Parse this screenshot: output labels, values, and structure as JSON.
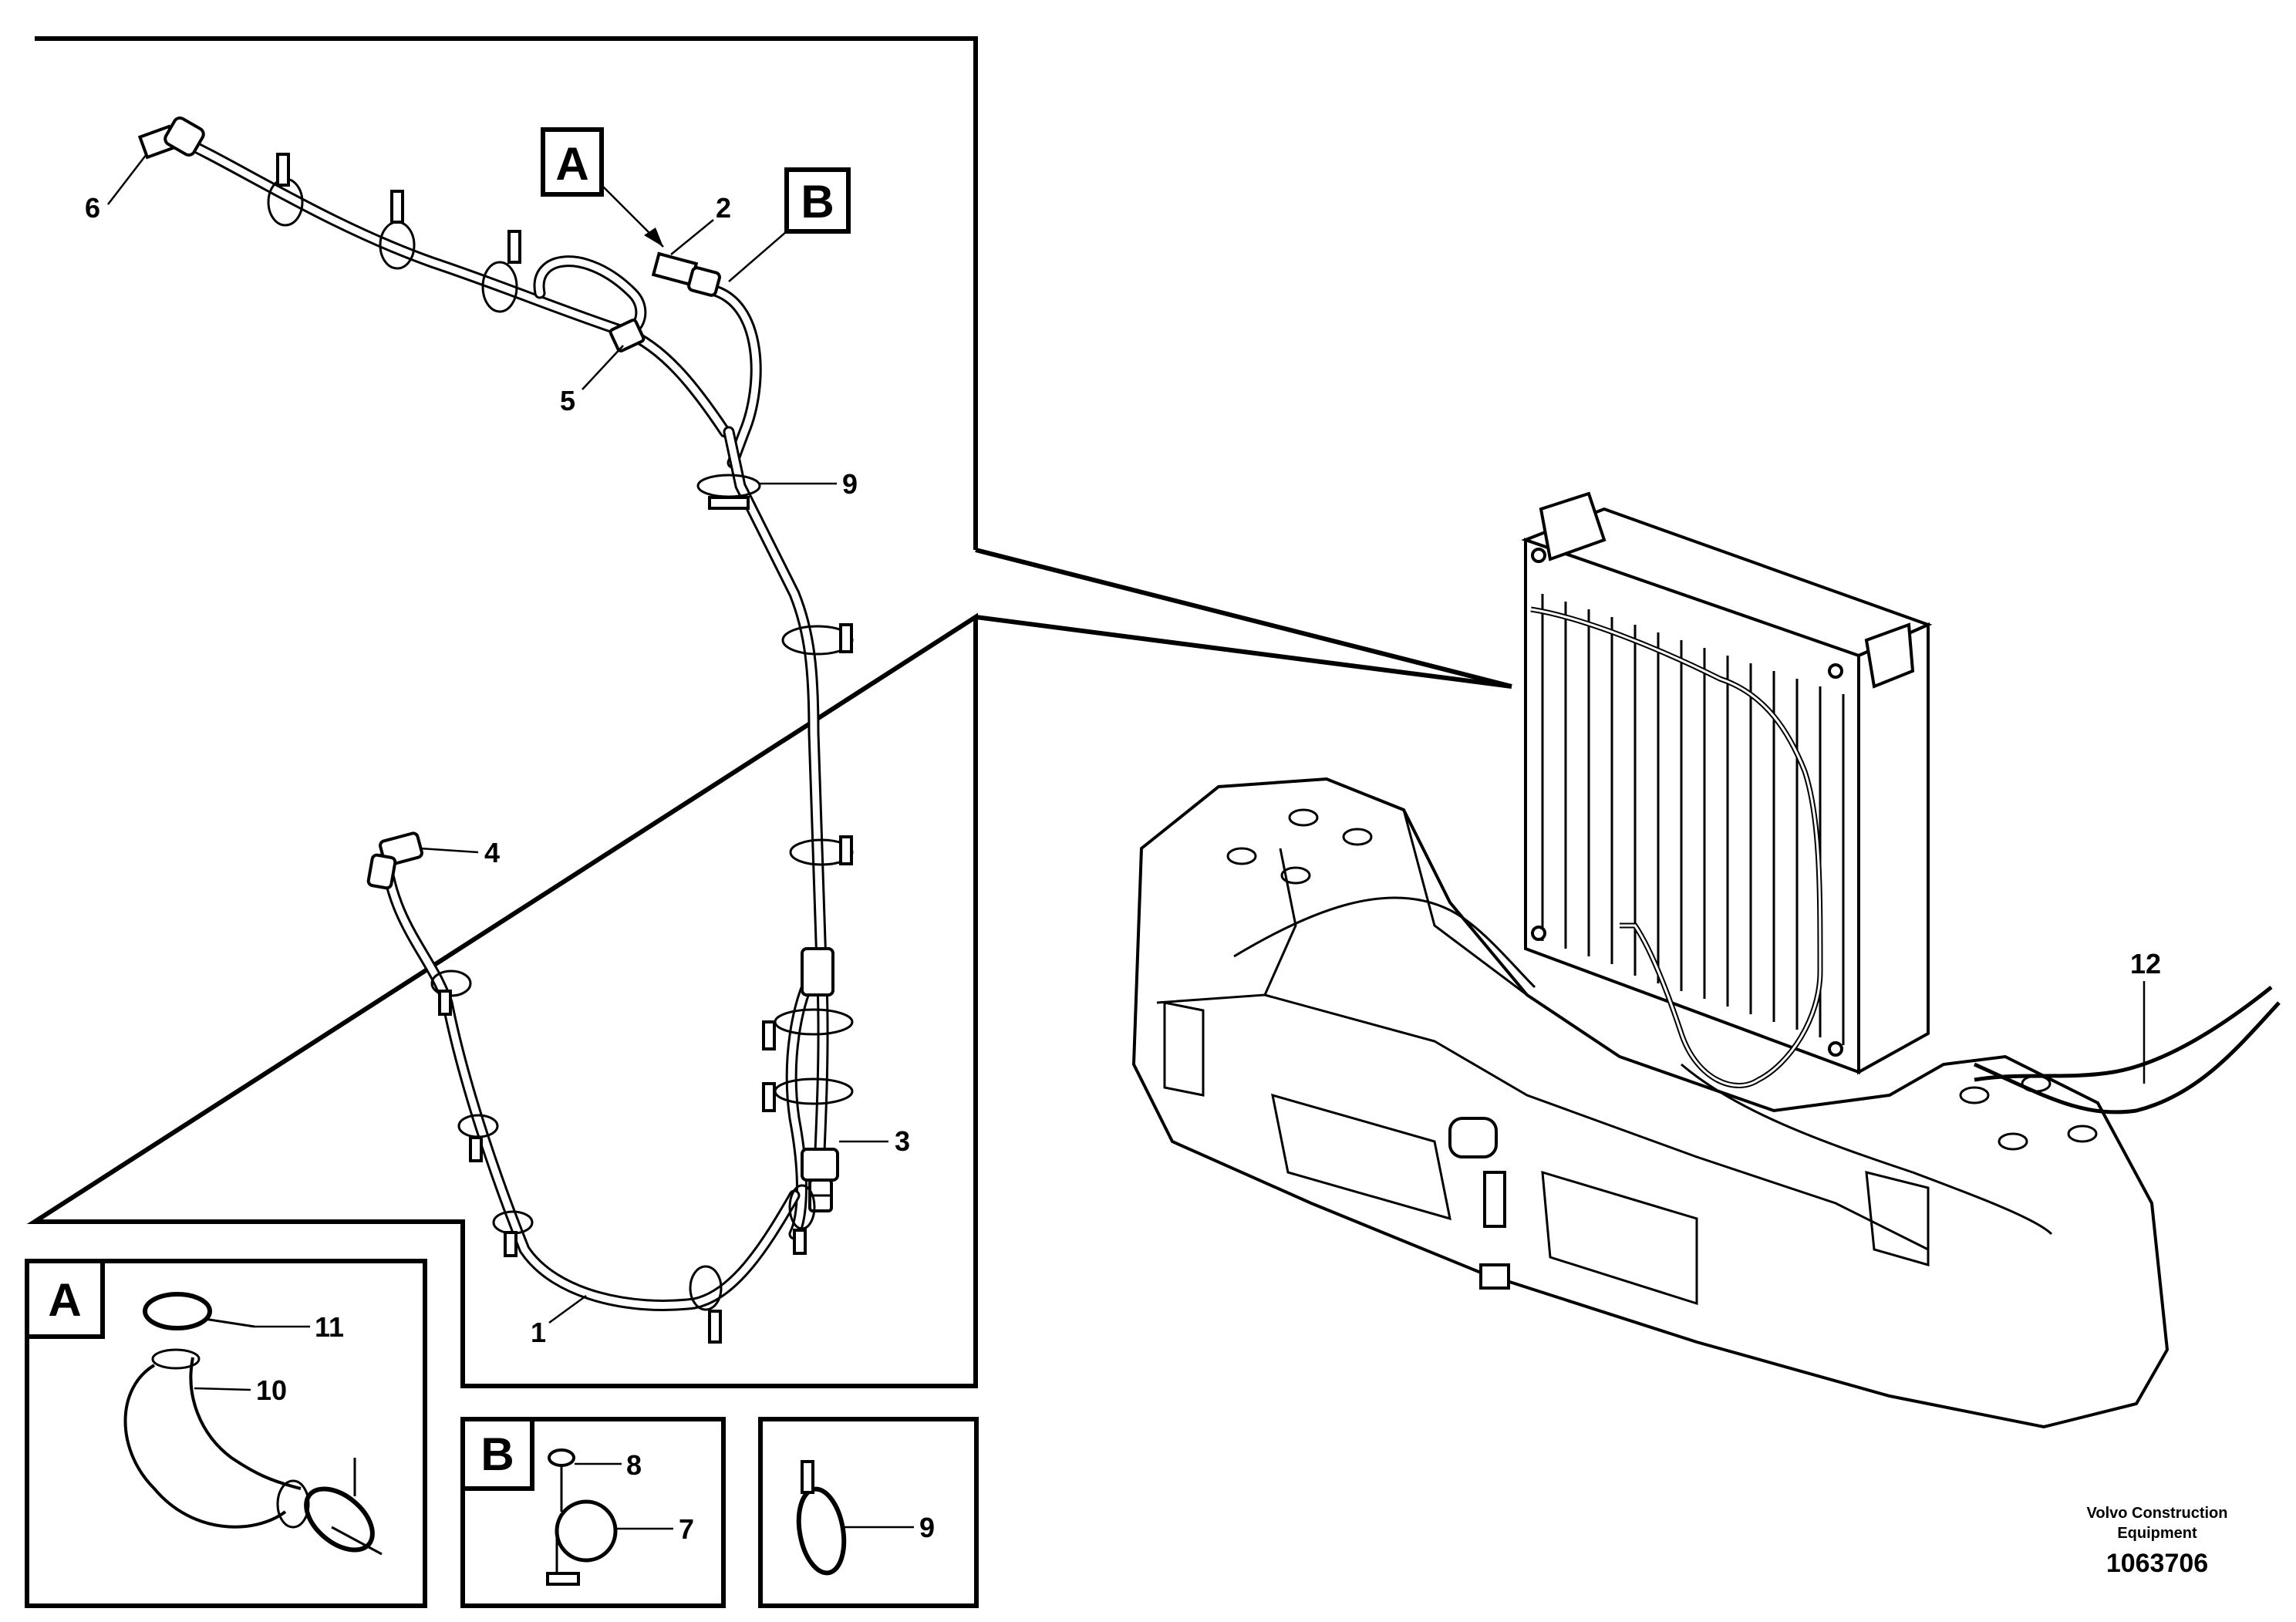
{
  "callouts": {
    "c1": "1",
    "c2": "2",
    "c3": "3",
    "c4": "4",
    "c5": "5",
    "c6": "6",
    "c7": "7",
    "c8": "8",
    "c9_main": "9",
    "c9_detail": "9",
    "c10": "10",
    "c11": "11",
    "c12": "12"
  },
  "view_labels": {
    "a_top": "A",
    "b_top": "B",
    "a_detail": "A",
    "b_detail": "B"
  },
  "credit": {
    "line1": "Volvo Construction",
    "line2": "Equipment",
    "number": "1063706"
  }
}
